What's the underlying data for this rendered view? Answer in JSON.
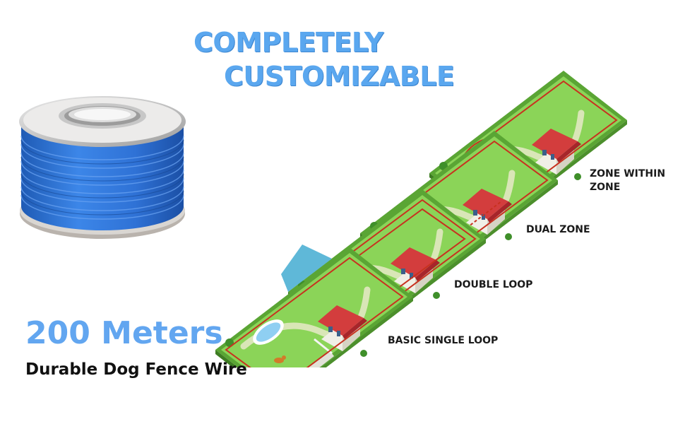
{
  "headline": {
    "line1": "COMPLETELY",
    "line2": "CUSTOMIZABLE"
  },
  "product": {
    "length": "200 Meters",
    "name": "Durable Dog Fence Wire"
  },
  "layouts": [
    {
      "id": "zone",
      "label": "ZONE WITHIN\nZONE"
    },
    {
      "id": "dual",
      "label": "DUAL ZONE"
    },
    {
      "id": "double",
      "label": "DOUBLE LOOP"
    },
    {
      "id": "basic",
      "label": "BASIC SINGLE LOOP"
    }
  ],
  "colors": {
    "headline_blue": "#5aa7ef",
    "wire_blue": "#2f6fd0",
    "lawn_green": "#7ccd4e",
    "wire_red": "#c8311f"
  },
  "icons": [
    "wire-spool",
    "yard-house",
    "dog",
    "pond"
  ]
}
